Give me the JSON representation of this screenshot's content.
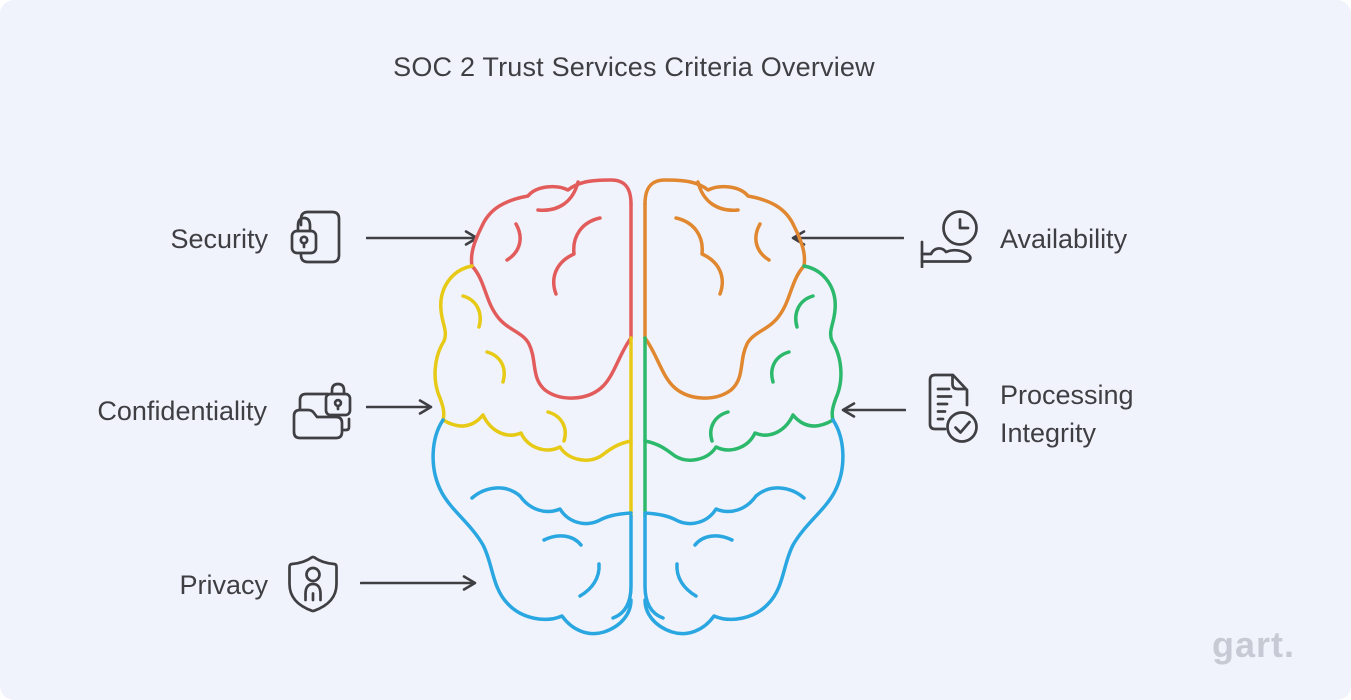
{
  "title": "SOC 2 Trust Services Criteria Overview",
  "logo": "gart.",
  "criteria": [
    {
      "label": "Security",
      "side": "left",
      "icon": "document-lock",
      "brain_region": "top-left"
    },
    {
      "label": "Availability",
      "side": "right",
      "icon": "clock-service",
      "brain_region": "top-right"
    },
    {
      "label": "Confidentiality",
      "side": "left",
      "icon": "folder-lock",
      "brain_region": "middle-left"
    },
    {
      "label": "Processing Integrity",
      "side": "right",
      "icon": "document-check",
      "brain_region": "middle-right"
    },
    {
      "label": "Privacy",
      "side": "left",
      "icon": "shield-person",
      "brain_region": "bottom"
    }
  ],
  "colors": {
    "security": "#e25c5c",
    "availability": "#e0872f",
    "confidentiality": "#e7ca16",
    "processing-integrity": "#2cb96c",
    "privacy": "#2aa7e1",
    "ink": "#3f3f43",
    "background": "#f0f3fc",
    "logo": "#c7cad4"
  }
}
